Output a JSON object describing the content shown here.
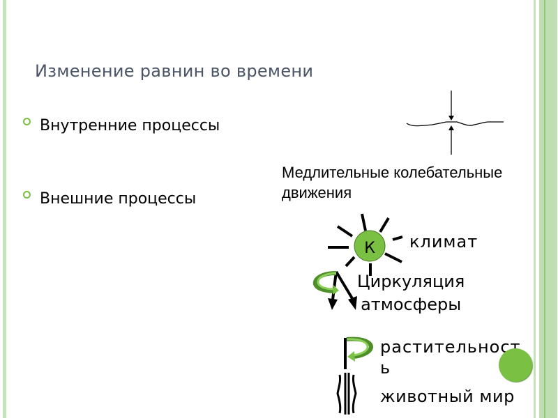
{
  "slide": {
    "title": "Изменение равнин во времени",
    "bullets": [
      {
        "label": "Внутренние процессы"
      },
      {
        "label": "Внешние процессы"
      }
    ],
    "caption": {
      "line1": "Медлительные колебательные",
      "line2": "движения"
    },
    "diagram": {
      "sun_letter": "К",
      "climate_label": "климат",
      "circulation_line1": "Циркуляция",
      "circulation_line2": "атмосферы",
      "vegetation_line1": "растительност",
      "vegetation_line2": "ь",
      "fauna_label": "животный мир"
    },
    "colors": {
      "accent_green": "#7ac143",
      "title_color": "#4a5466",
      "border_green": "#c6e2b9"
    }
  }
}
